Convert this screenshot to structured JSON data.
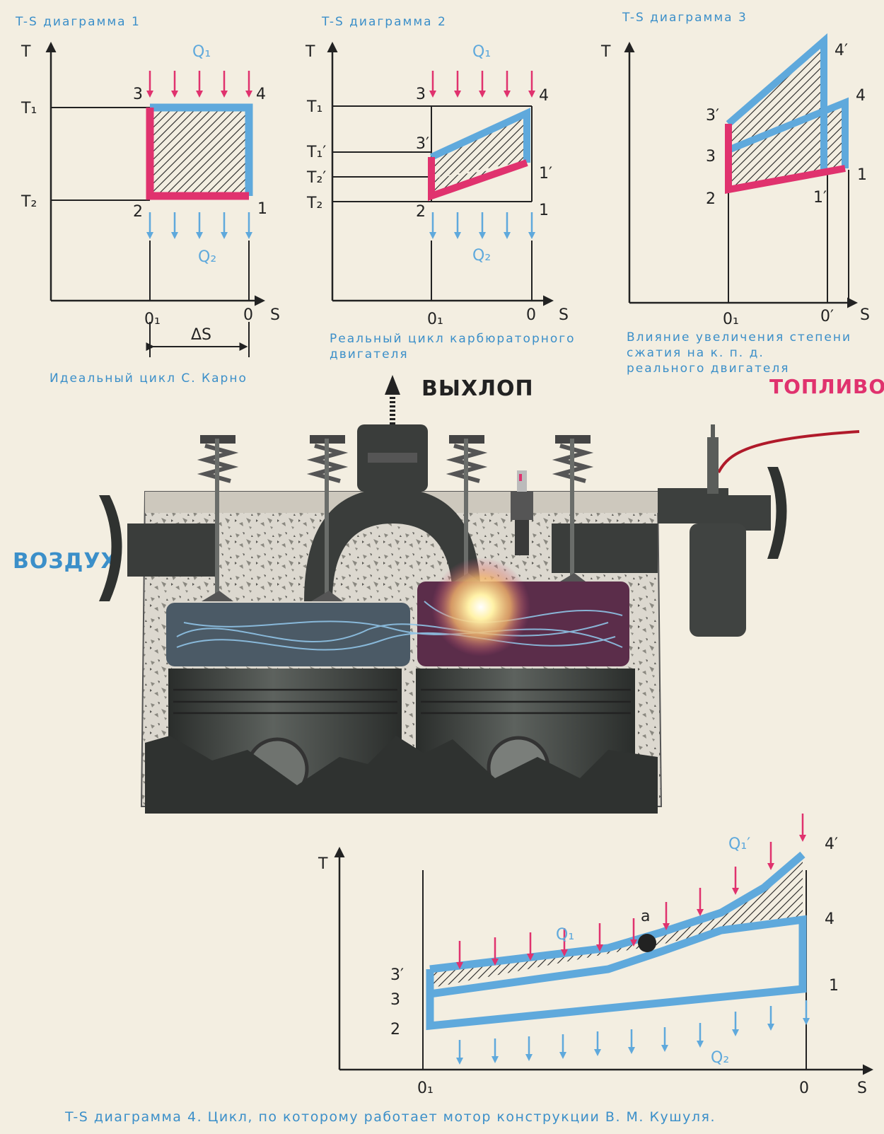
{
  "diagram1": {
    "title": "T-S диаграмма 1",
    "caption": "Идеальный цикл С. Карно",
    "t_axis": "T",
    "s_axis": "S",
    "t1": "T₁",
    "t2": "T₂",
    "q1": "Q₁",
    "q2": "Q₂",
    "p1": "1",
    "p2": "2",
    "p3": "3",
    "p4": "4",
    "o1": "0₁",
    "o": "0",
    "ds": "ΔS"
  },
  "diagram2": {
    "title": "T-S диаграмма 2",
    "caption_line1": "Реальный цикл карбюраторного",
    "caption_line2": "двигателя",
    "t_axis": "T",
    "s_axis": "S",
    "t1": "T₁",
    "t1p": "T₁′",
    "t2p": "T₂′",
    "t2": "T₂",
    "q1": "Q₁",
    "q2": "Q₂",
    "p1": "1",
    "p1p": "1′",
    "p2": "2",
    "p3": "3",
    "p3p": "3′",
    "p4": "4",
    "o1": "0₁",
    "o": "0"
  },
  "diagram3": {
    "title": "T-S диаграмма 3",
    "caption_line1": "Влияние увеличения степени",
    "caption_line2": "сжатия на к. п. д.",
    "caption_line3": "реального двигателя",
    "t_axis": "T",
    "s_axis": "S",
    "p1": "1",
    "p1p": "1′",
    "p2": "2",
    "p3": "3",
    "p3p": "3′",
    "p4": "4",
    "p4p": "4′",
    "o1": "0₁",
    "op": "0′"
  },
  "engine": {
    "exhaust": "ВЫХЛОП",
    "fuel": "ТОПЛИВО",
    "air": "ВОЗДУХ"
  },
  "diagram4": {
    "caption": "T-S диаграмма 4. Цикл, по которому работает мотор конструкции В. М. Кушуля.",
    "t_axis": "T",
    "s_axis": "S",
    "q1": "Q₁",
    "q1p": "Q₁′",
    "q2": "Q₂",
    "pa": "a",
    "p1": "1",
    "p2": "2",
    "p3": "3",
    "p3p": "3′",
    "p4": "4",
    "p4p": "4′",
    "o1": "0₁",
    "o": "0"
  },
  "colors": {
    "blue": "#5fa9dc",
    "magenta": "#e0326e",
    "ink": "#222222",
    "label_blue": "#3b8fc9",
    "fuel_red": "#e0326e",
    "paper": "#f3eee1"
  }
}
